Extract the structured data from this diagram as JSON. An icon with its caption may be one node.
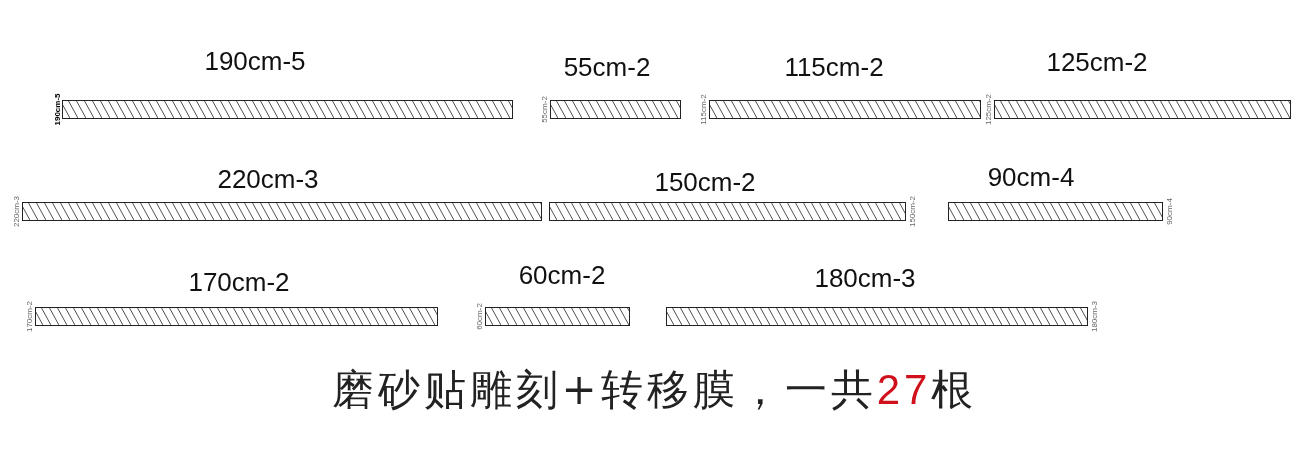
{
  "diagram": {
    "caption": "磨砂贴雕刻+转移膜，一共27根",
    "nodes": [
      {
        "text": [
          "190cm-5"
        ],
        "beside": [
          "190cm-5"
        ]
      },
      {
        "text": [
          "55cm-2"
        ],
        "beside": [
          "55cm-2"
        ]
      },
      {
        "text": [
          "115cm-2"
        ],
        "beside": [
          "115cm-2"
        ]
      },
      {
        "text": [
          "125cm-2"
        ],
        "beside": [
          "125cm-2"
        ]
      },
      {
        "text": [
          "220cm-3"
        ],
        "beside": [
          "220cm-3"
        ]
      },
      {
        "text": [
          "150cm-2"
        ],
        "beside": [
          "150cm-2"
        ]
      },
      {
        "text": [
          "90cm-4"
        ],
        "beside": [
          "90cm-4"
        ]
      },
      {
        "text": [
          "170cm-2"
        ],
        "beside": [
          "170cm-2"
        ]
      },
      {
        "text": [
          "60cm-2"
        ],
        "beside": [
          "60cm-2"
        ]
      },
      {
        "text": [
          "180cm-3"
        ],
        "beside": [
          "180cm-3"
        ]
      }
    ]
  }
}
